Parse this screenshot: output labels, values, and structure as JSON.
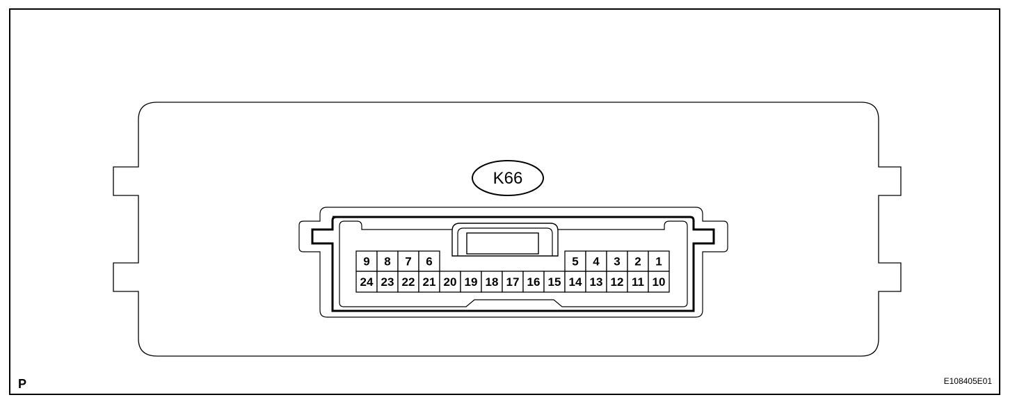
{
  "connector": {
    "code": "K66",
    "top_row_left": [
      "9",
      "8",
      "7",
      "6"
    ],
    "top_row_right": [
      "5",
      "4",
      "3",
      "2",
      "1"
    ],
    "bottom_row": [
      "24",
      "23",
      "22",
      "21",
      "20",
      "19",
      "18",
      "17",
      "16",
      "15",
      "14",
      "13",
      "12",
      "11",
      "10"
    ]
  },
  "figure": {
    "corner_label": "P",
    "reference_code": "E108405E01"
  },
  "colors": {
    "line": "#000000",
    "background": "#ffffff"
  }
}
